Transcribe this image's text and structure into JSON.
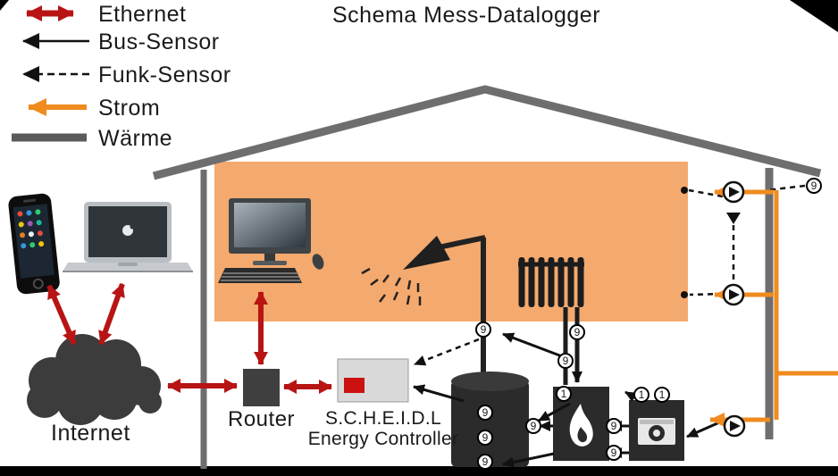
{
  "title": "Schema Mess-Datalogger",
  "legend": {
    "items": [
      {
        "label": "Ethernet",
        "type": "ethernet"
      },
      {
        "label": "Bus-Sensor",
        "type": "bus-sensor"
      },
      {
        "label": "Funk-Sensor",
        "type": "funk-sensor"
      },
      {
        "label": "Strom",
        "type": "strom"
      },
      {
        "label": "Wärme",
        "type": "waerme"
      }
    ]
  },
  "labels": {
    "internet": "Internet",
    "router": "Router",
    "controller_line1": "S.C.H.E.I.D.L",
    "controller_line2": "Energy Controller"
  },
  "sensors": [
    {
      "id": "funk-outdoor-sensor",
      "label": "9"
    },
    {
      "id": "shower-pipe-sensor",
      "label": "9"
    },
    {
      "id": "radiator-flow-sensor",
      "label": "9"
    },
    {
      "id": "radiator-return-sensor",
      "label": "9"
    },
    {
      "id": "tank-top-sensor",
      "label": "9"
    },
    {
      "id": "tank-middle-sensor",
      "label": "9"
    },
    {
      "id": "tank-bottom-sensor",
      "label": "9"
    },
    {
      "id": "tank-boiler-sensor",
      "label": "9"
    },
    {
      "id": "boiler-sensor",
      "label": "1"
    },
    {
      "id": "boiler-chp-sensor-upper",
      "label": "9"
    },
    {
      "id": "boiler-chp-sensor-lower",
      "label": "9"
    },
    {
      "id": "chp-sensor-1",
      "label": "1"
    },
    {
      "id": "chp-sensor-2",
      "label": "1"
    }
  ],
  "colors": {
    "ethernet": "#b81414",
    "strom_arrow": "#ef8b1f",
    "waerme": "#6e6e6e",
    "room": "#f4a96e",
    "bus_sensor": "#111111",
    "controller_led": "#cc1111"
  }
}
